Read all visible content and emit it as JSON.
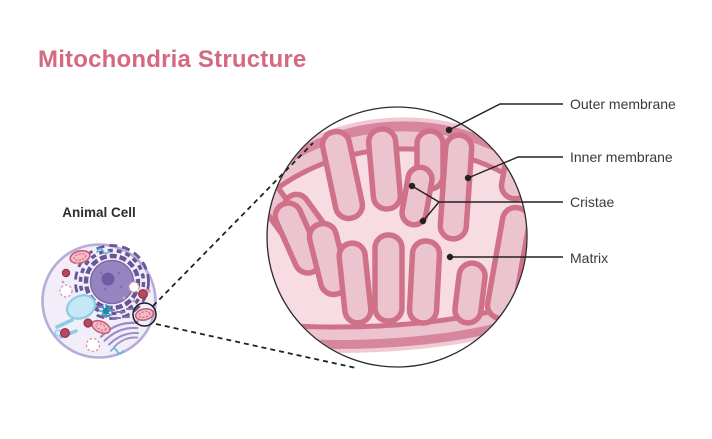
{
  "title": {
    "text": "Mitochondria Structure",
    "color": "#d4697f"
  },
  "animal_cell": {
    "label": "Animal Cell"
  },
  "callouts": {
    "outer_membrane": "Outer membrane",
    "inner_membrane": "Inner membrane",
    "cristae": "Cristae",
    "matrix": "Matrix"
  },
  "colors": {
    "title_pink": "#d4697f",
    "outer_membrane_band": "#d6879e",
    "intermembrane_space": "#ecc4cf",
    "matrix_fill": "#f8dce3",
    "inner_membrane_line": "#d0718a",
    "pale_edge": "#f1c9d5",
    "cell_membrane": "#b7abd8",
    "cell_cytoplasm": "#f1eefa",
    "nucleus": "#9684c0",
    "label_text": "#3b3b3b",
    "line_black": "#222222"
  }
}
